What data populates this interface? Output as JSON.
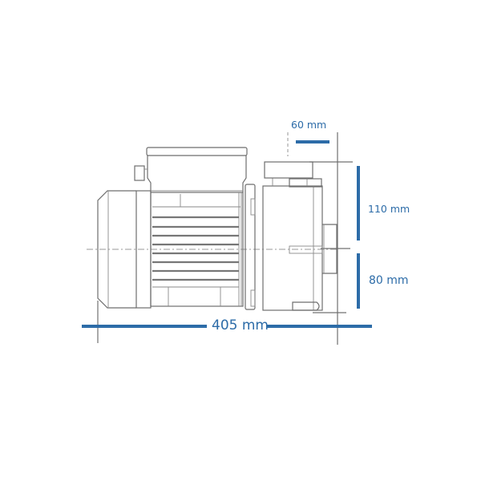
{
  "drawing": {
    "subject": "pump side elevation",
    "accent_color": "#2d6ca8",
    "line_color": "#6e6e6e"
  },
  "dimensions": {
    "overall_length": "405 mm",
    "outlet_offset": "60 mm",
    "outlet_height": "110 mm",
    "inlet_height": "80 mm"
  }
}
